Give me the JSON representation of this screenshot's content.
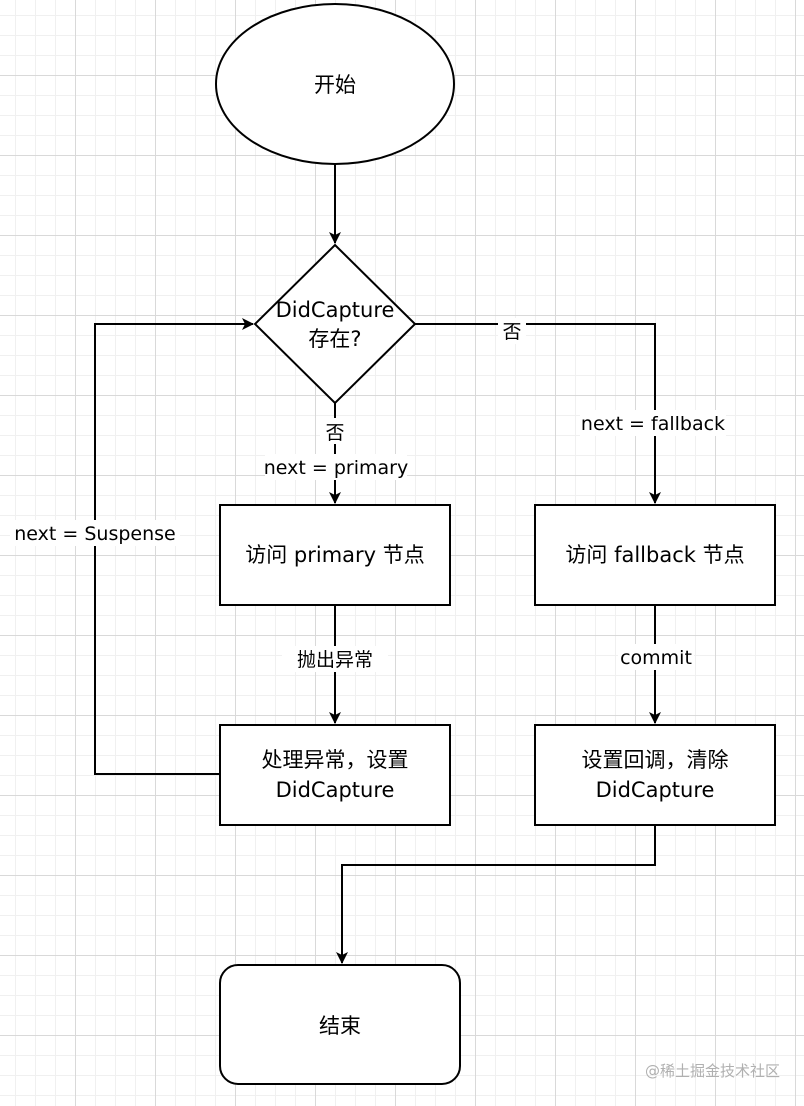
{
  "nodes": {
    "start": "开始",
    "decision_line1": "DidCapture",
    "decision_line2": "存在?",
    "visit_primary": "访问 primary 节点",
    "visit_fallback": "访问 fallback 节点",
    "handle_line1": "处理异常，设置",
    "handle_line2": "DidCapture",
    "setup_line1": "设置回调，清除",
    "setup_line2": "DidCapture",
    "end": "结束"
  },
  "edges": {
    "decision_right": "否",
    "decision_down": "否",
    "next_primary": "next = primary",
    "next_fallback": "next = fallback",
    "next_suspense": "next = Suspense",
    "throw": "抛出异常",
    "commit": "commit"
  },
  "watermark": "@稀土掘金技术社区",
  "colors": {
    "stroke": "#000000",
    "fill": "#ffffff",
    "grid": "#d9d9d9"
  }
}
